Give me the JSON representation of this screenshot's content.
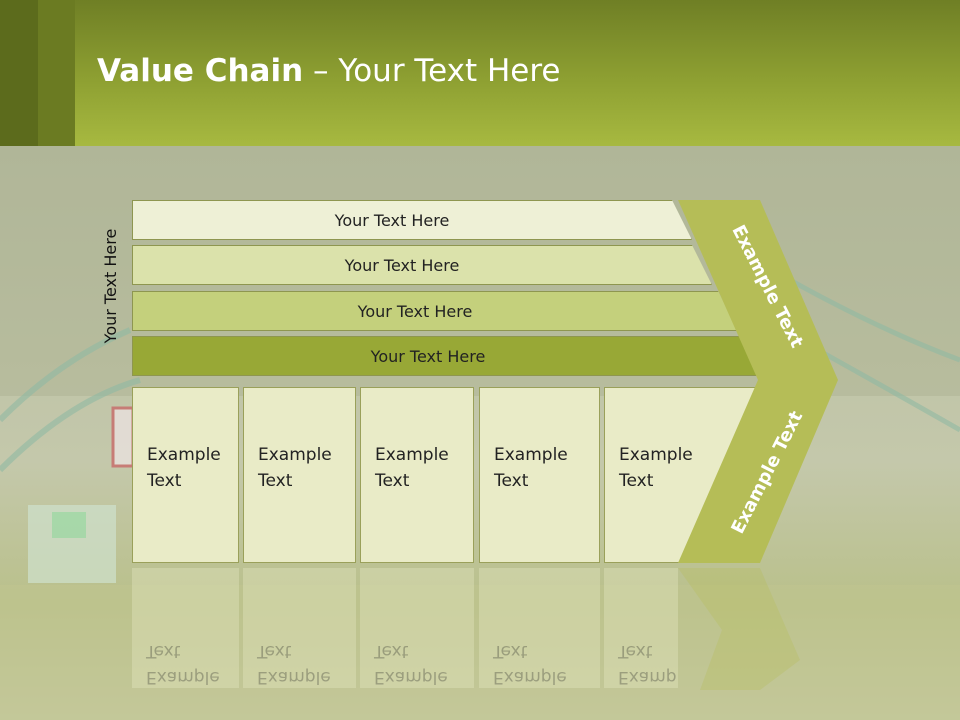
{
  "slide": {
    "title_bold": "Value Chain",
    "title_rest": " – Your Text Here",
    "vertical_label": "Your Text Here"
  },
  "bars": [
    {
      "label": "Your Text Here",
      "color": "#eef0d6"
    },
    {
      "label": "Your Text Here",
      "color": "#dbe2ab"
    },
    {
      "label": "Your Text Here",
      "color": "#c4d07c"
    },
    {
      "label": "Your Text Here",
      "color": "#98a836"
    }
  ],
  "boxes": [
    {
      "label": "Example Text"
    },
    {
      "label": "Example Text"
    },
    {
      "label": "Example Text"
    },
    {
      "label": "Example Text"
    },
    {
      "label": "Example Text"
    }
  ],
  "arrow": {
    "top_label": "Example Text",
    "bottom_label": "Example Text",
    "color": "#b5bd57"
  }
}
